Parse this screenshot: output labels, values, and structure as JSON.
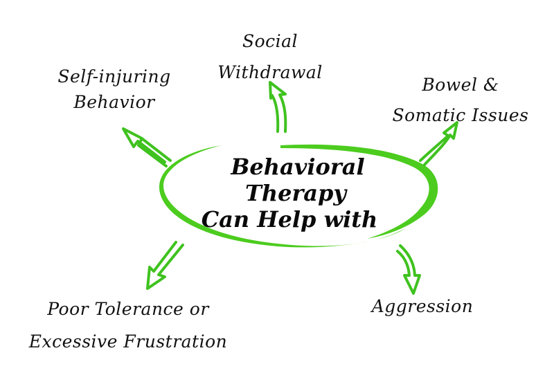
{
  "diagram": {
    "title_lines": [
      "Behavioral",
      "Therapy",
      "Can Help with"
    ],
    "accent_color": "#3fc21f",
    "items": [
      {
        "id": "self-injuring",
        "lines": [
          "Self-injuring",
          "Behavior"
        ],
        "direction": "up-left"
      },
      {
        "id": "social-withdrawal",
        "lines": [
          "Social",
          "Withdrawal"
        ],
        "direction": "up"
      },
      {
        "id": "bowel",
        "lines": [
          "Bowel &",
          "Somatic Issues"
        ],
        "direction": "up-right"
      },
      {
        "id": "poor-tolerance",
        "lines": [
          "Poor Tolerance or",
          "Excessive Frustration"
        ],
        "direction": "down-left"
      },
      {
        "id": "aggression",
        "lines": [
          "Aggression"
        ],
        "direction": "down-right"
      }
    ]
  }
}
